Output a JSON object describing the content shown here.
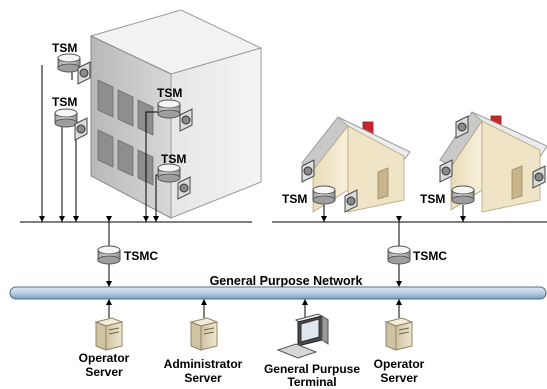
{
  "network": {
    "label": "General Purpose Network"
  },
  "tsm_label": "TSM",
  "tsmc_label": "TSMC",
  "servers": [
    {
      "line1": "Operator",
      "line2": "Server"
    },
    {
      "line1": "Administrator",
      "line2": "Server"
    },
    {
      "line1": "General Purpuse",
      "line2": "Terminal"
    },
    {
      "line1": "Operator",
      "line2": "Server"
    }
  ],
  "colors": {
    "network_bar": "#b9cfe4",
    "network_bar_edge": "#4f6e8c",
    "building_wall": "#d7d7d7",
    "house_wall": "#f1e7cc",
    "roof_red": "#c8282d",
    "server_beige": "#e6dcc0"
  }
}
